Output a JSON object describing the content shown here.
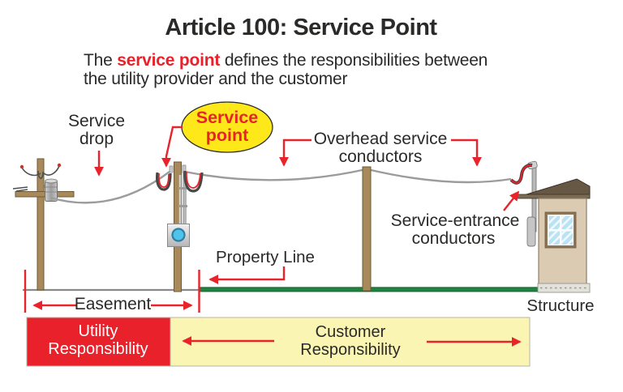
{
  "header": {
    "title": "Article 100: Service Point",
    "subtitle": {
      "pre": "The ",
      "highlight": "service point",
      "post": " defines the responsibilities between",
      "line2": "the utility provider and the customer"
    }
  },
  "labels": {
    "service_drop": {
      "line1": "Service",
      "line2": "drop"
    },
    "service_point": {
      "line1": "Service",
      "line2": "point"
    },
    "overhead_service_conductors": {
      "line1": "Overhead service",
      "line2": "conductors"
    },
    "service_entrance_conductors": {
      "line1": "Service-entrance",
      "line2": "conductors"
    },
    "property_line": "Property Line",
    "easement": "Easement",
    "structure": "Structure"
  },
  "bars": {
    "utility": {
      "line1": "Utility",
      "line2": "Responsibility"
    },
    "customer": {
      "line1": "Customer",
      "line2": "Responsibility"
    }
  },
  "colors": {
    "accent_red": "#e8232a",
    "utility_bar_red": "#e8212b",
    "customer_bar_yellow": "#faf5b2",
    "service_point_yellow": "#ffe81a",
    "wire_gray": "#9c9c9c",
    "pole_brown": "#a88a5a",
    "ground_green": "#1d8440",
    "roof_brown": "#675845",
    "wall_tan": "#dacbb2",
    "text_dark": "#2b2a29"
  }
}
